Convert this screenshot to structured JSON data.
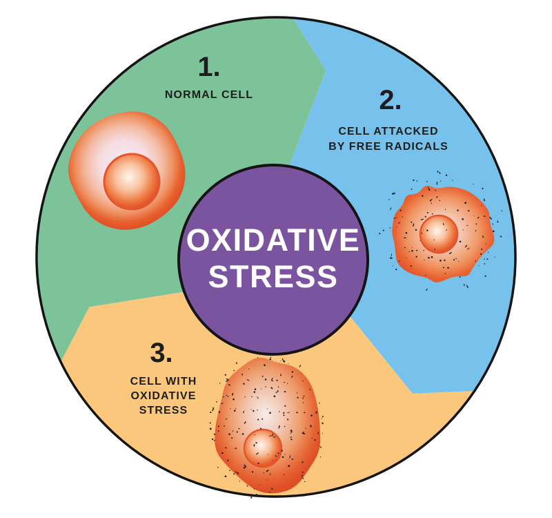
{
  "diagram": {
    "center_title_line1": "OXIDATIVE",
    "center_title_line2": "STRESS",
    "steps": [
      {
        "number": "1.",
        "lines": [
          "NORMAL CELL"
        ]
      },
      {
        "number": "2.",
        "lines": [
          "CELL ATTACKED",
          "BY FREE RADICALS"
        ]
      },
      {
        "number": "3.",
        "lines": [
          "CELL WITH",
          "OXIDATIVE",
          "STRESS"
        ]
      }
    ]
  },
  "palette": {
    "step1_green": "#7dc39a",
    "step2_blue": "#76c2ec",
    "step3_orange": "#fbc77d",
    "center_purple": "#7b549f",
    "outline_black": "#141414",
    "text_dark": "#1d1d1d",
    "title_white": "#ffffff",
    "cell_edge_orange": "#e4552c",
    "speckle_black": "#222222"
  }
}
